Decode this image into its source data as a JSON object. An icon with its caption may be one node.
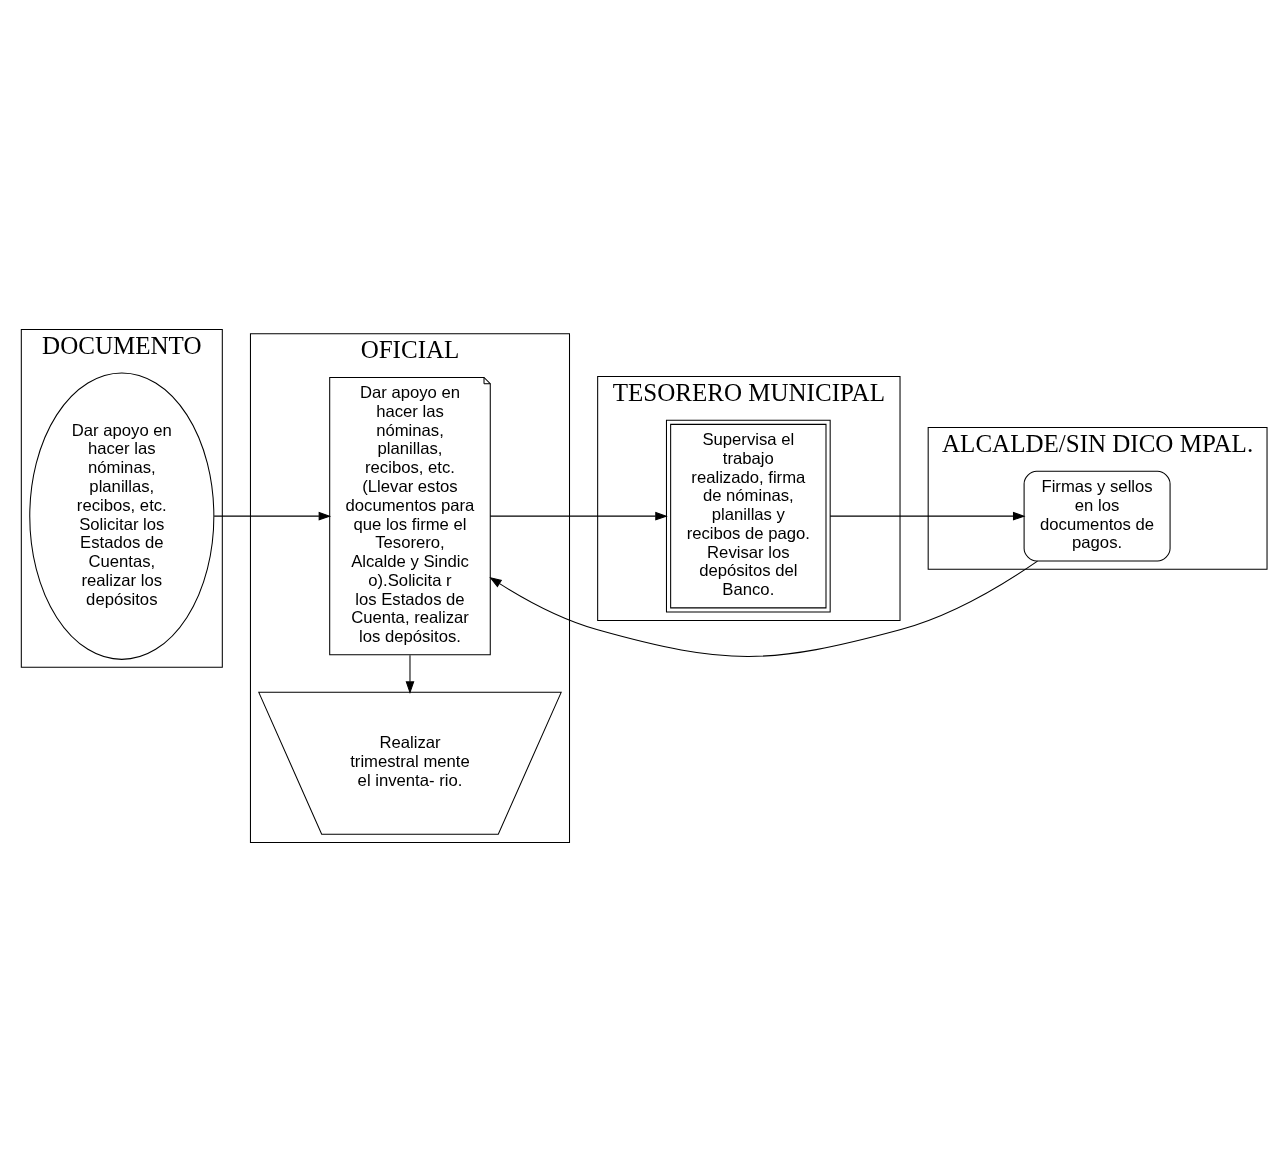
{
  "diagram": {
    "nodes": [
      {
        "text": [
          "DOCUMENTO"
        ]
      },
      {
        "text": [
          "OFICIAL"
        ]
      },
      {
        "text": [
          "TESORERO MUNICIPAL"
        ]
      },
      {
        "text": [
          "ALCALDE/SIN DICO MPAL."
        ]
      },
      {
        "text": [
          "Dar apoyo en hacer las nóminas, planillas, recibos, etc. Solicitar los Estados de Cuentas, realizar los depósitos"
        ],
        "in": 0
      },
      {
        "text": [
          "Dar apoyo en hacer las nóminas, planillas, recibos, etc. (Llevar estos documentos para que los firme el Tesorero, Alcalde y Sindico).Solicita r los Estados de Cuenta, realizar los depósitos."
        ],
        "in": 1
      },
      {
        "text": [
          "Realizar trimestral mente el inventa- rio."
        ],
        "in": 1
      },
      {
        "text": [
          "Supervisa el trabajo realizado, firma de nóminas, planillas y recibos de pago. Revisar los depósitos del Banco."
        ],
        "in": 2
      },
      {
        "text": [
          "Firmas y sellos en los documentos de pagos."
        ],
        "in": 3
      }
    ],
    "edges": [
      {
        "from": 4,
        "to": 5,
        "arrow": "to"
      },
      {
        "from": 5,
        "to": 7,
        "arrow": "to"
      },
      {
        "from": 7,
        "to": 8,
        "arrow": "to"
      },
      {
        "from": 8,
        "to": 5,
        "arrow": "to"
      },
      {
        "from": 5,
        "to": 6,
        "arrow": "to"
      }
    ]
  }
}
